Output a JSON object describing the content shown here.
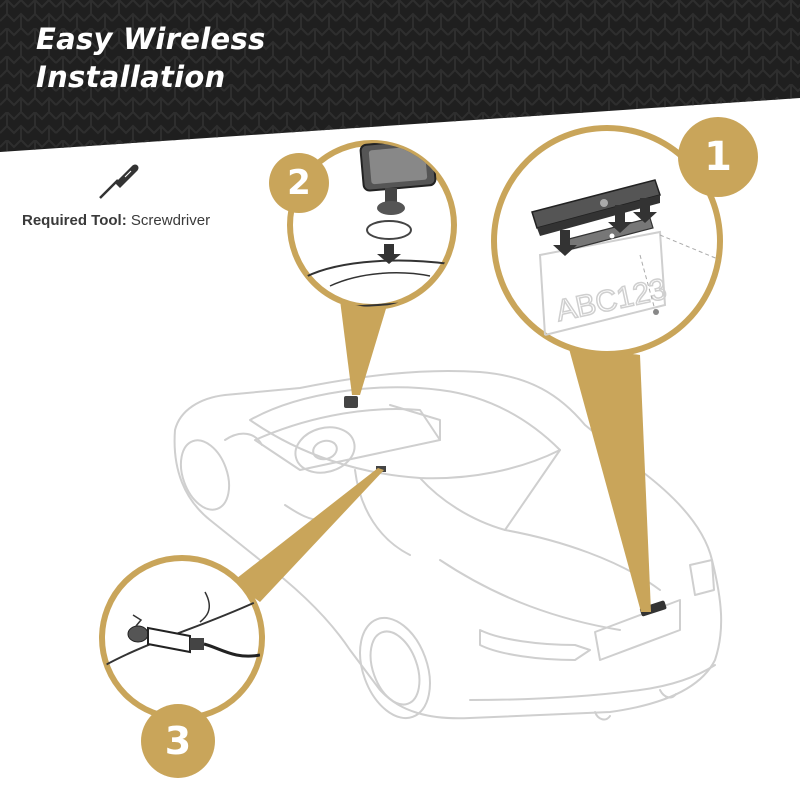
{
  "header": {
    "title_line_1": "Easy Wireless",
    "title_line_2": "Installation",
    "bg_color": "#1f1f1f",
    "pattern_color": "#2d2d2d"
  },
  "tool": {
    "label": "Required Tool:",
    "value": "Screwdriver",
    "icon": "screwdriver-icon"
  },
  "steps": [
    {
      "number": "1",
      "icon": "license-plate-camera-icon"
    },
    {
      "number": "2",
      "icon": "dash-monitor-icon"
    },
    {
      "number": "3",
      "icon": "power-adapter-icon"
    }
  ],
  "plate_text": "ABC123",
  "colors": {
    "accent_gold": "#c9a55a",
    "line_gray": "#c8c8c8",
    "dark_line": "#333333"
  }
}
